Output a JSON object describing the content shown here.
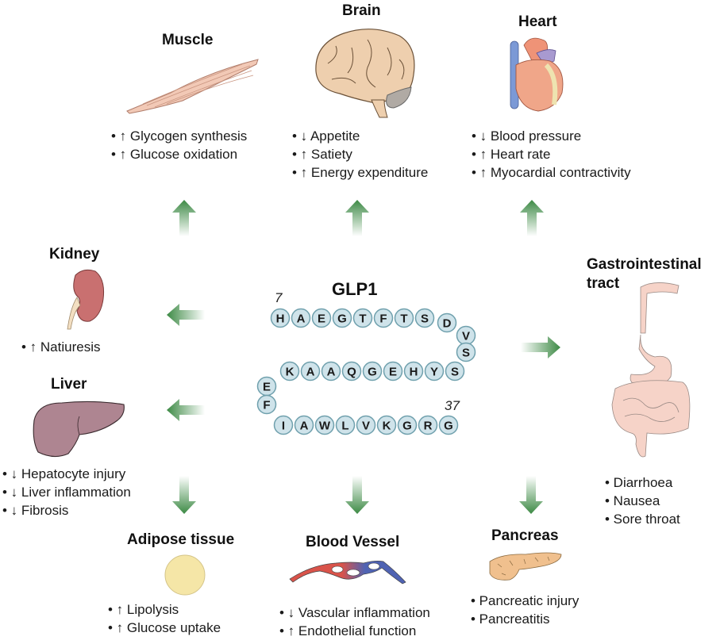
{
  "center": {
    "title": "GLP1",
    "start_index": "7",
    "end_index": "37",
    "sequence_rows": [
      [
        "H",
        "A",
        "E",
        "G",
        "T",
        "F",
        "T",
        "S",
        "D"
      ],
      [
        "V",
        "S"
      ],
      [
        "S",
        "Y",
        "H",
        "E",
        "G",
        "Q",
        "A",
        "A",
        "K"
      ],
      [
        "E",
        "F"
      ],
      [
        "I",
        "A",
        "W",
        "L",
        "V",
        "K",
        "G",
        "R",
        "G"
      ]
    ]
  },
  "organs": {
    "muscle": {
      "title": "Muscle",
      "effects": [
        "• ↑ Glycogen synthesis",
        "• ↑ Glucose oxidation"
      ]
    },
    "brain": {
      "title": "Brain",
      "effects": [
        "• ↓ Appetite",
        "• ↑ Satiety",
        "• ↑ Energy expenditure"
      ]
    },
    "heart": {
      "title": "Heart",
      "effects": [
        "• ↓ Blood pressure",
        "• ↑ Heart rate",
        "• ↑ Myocardial contractivity"
      ]
    },
    "kidney": {
      "title": "Kidney",
      "effects": [
        "• ↑ Natiuresis"
      ]
    },
    "liver": {
      "title": "Liver",
      "effects": [
        "• ↓ Hepatocyte injury",
        "• ↓ Liver inflammation",
        "• ↓ Fibrosis"
      ]
    },
    "gi": {
      "title_line1": "Gastrointestinal",
      "title_line2": "tract",
      "effects": [
        "• Diarrhoea",
        "• Nausea",
        "• Sore throat"
      ]
    },
    "adipose": {
      "title": "Adipose tissue",
      "effects": [
        "• ↑ Lipolysis",
        "• ↑ Glucose uptake"
      ]
    },
    "vessel": {
      "title": "Blood Vessel",
      "effects": [
        "• ↓ Vascular inflammation",
        "• ↑ Endothelial function"
      ]
    },
    "pancreas": {
      "title": "Pancreas",
      "effects": [
        "• Pancreatic injury",
        "• Pancreatitis"
      ]
    }
  },
  "colors": {
    "arrow_green": "#3d8a45",
    "residue_fill": "#cfe3ea",
    "residue_stroke": "#6fa0ad"
  }
}
